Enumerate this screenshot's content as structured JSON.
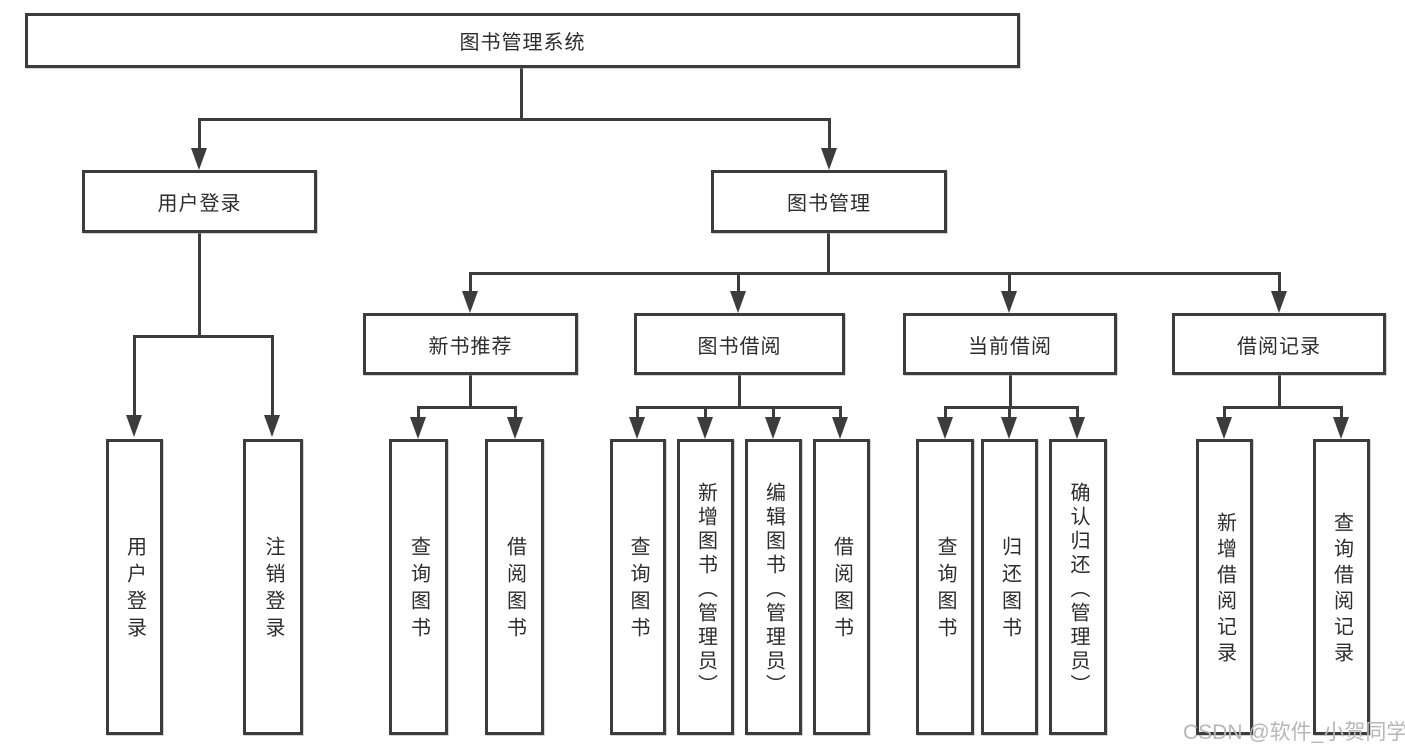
{
  "diagram": {
    "root": "图书管理系统",
    "level2": {
      "user_login": "用户登录",
      "book_mgmt": "图书管理"
    },
    "level3": {
      "new_books": "新书推荐",
      "borrow": "图书借阅",
      "current": "当前借阅",
      "records": "借阅记录"
    },
    "leaves": {
      "user_login_1": "用户登录",
      "user_login_2": "注销登录",
      "new_books_1": "查询图书",
      "new_books_2": "借阅图书",
      "borrow_1": "查询图书",
      "borrow_2": "新增图书（管理员）",
      "borrow_3": "编辑图书（管理员）",
      "borrow_4": "借阅图书",
      "current_1": "查询图书",
      "current_2": "归还图书",
      "current_3": "确认归还（管理员）",
      "records_1": "新增借阅记录",
      "records_2": "查询借阅记录"
    },
    "watermark": "CSDN @软件_小贺同学",
    "colors": {
      "line": "#3c3c3c",
      "text": "#2d2d2d",
      "watermark": "#b7b7b7",
      "background": "#ffffff"
    }
  }
}
